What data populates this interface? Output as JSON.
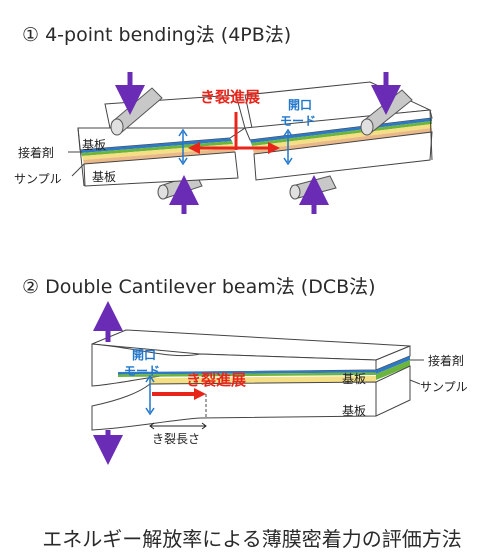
{
  "figure1": {
    "title": "① 4-point bending法 (4PB法)",
    "crack_label": "き裂進展",
    "opening_mode_line1": "開口",
    "opening_mode_line2": "モード",
    "adhesive_label": "接着剤",
    "sample_label": "サンプル",
    "substrate_top_label": "基板",
    "substrate_bottom_label": "基板"
  },
  "figure2": {
    "title": "② Double Cantilever beam法 (DCB法)",
    "crack_label": "き裂進展",
    "opening_mode_line1": "開口",
    "opening_mode_line2": "モード",
    "adhesive_label": "接着剤",
    "sample_label": "サンプル",
    "substrate_top_label": "基板",
    "substrate_bottom_label": "基板",
    "crack_length_label": "き裂長さ"
  },
  "caption": "エネルギー解放率による薄膜密着力の評価方法",
  "colors": {
    "arrow_purple": "#6a2bb5",
    "crack_red": "#e8251b",
    "mode_blue": "#2277cc",
    "layer_blue": "#2f78c4",
    "layer_green": "#6bb53f",
    "layer_yellow": "#f4df85",
    "layer_tan": "#e9b98a"
  }
}
